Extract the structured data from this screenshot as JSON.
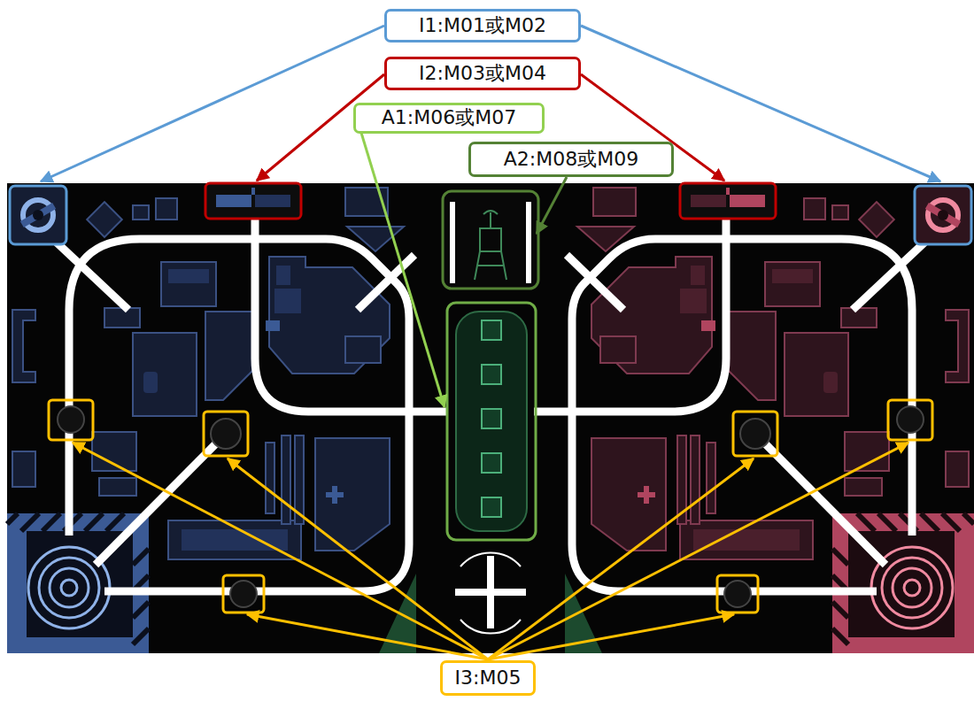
{
  "diagram": {
    "nodes": [
      {
        "text": [
          "I1:M01或M02"
        ]
      },
      {
        "text": [
          "I2:M03或M04"
        ]
      },
      {
        "text": [
          "A1:M06或M07"
        ]
      },
      {
        "text": [
          "A2:M08或M09"
        ]
      },
      {
        "text": [
          "I3:M05"
        ]
      }
    ]
  }
}
